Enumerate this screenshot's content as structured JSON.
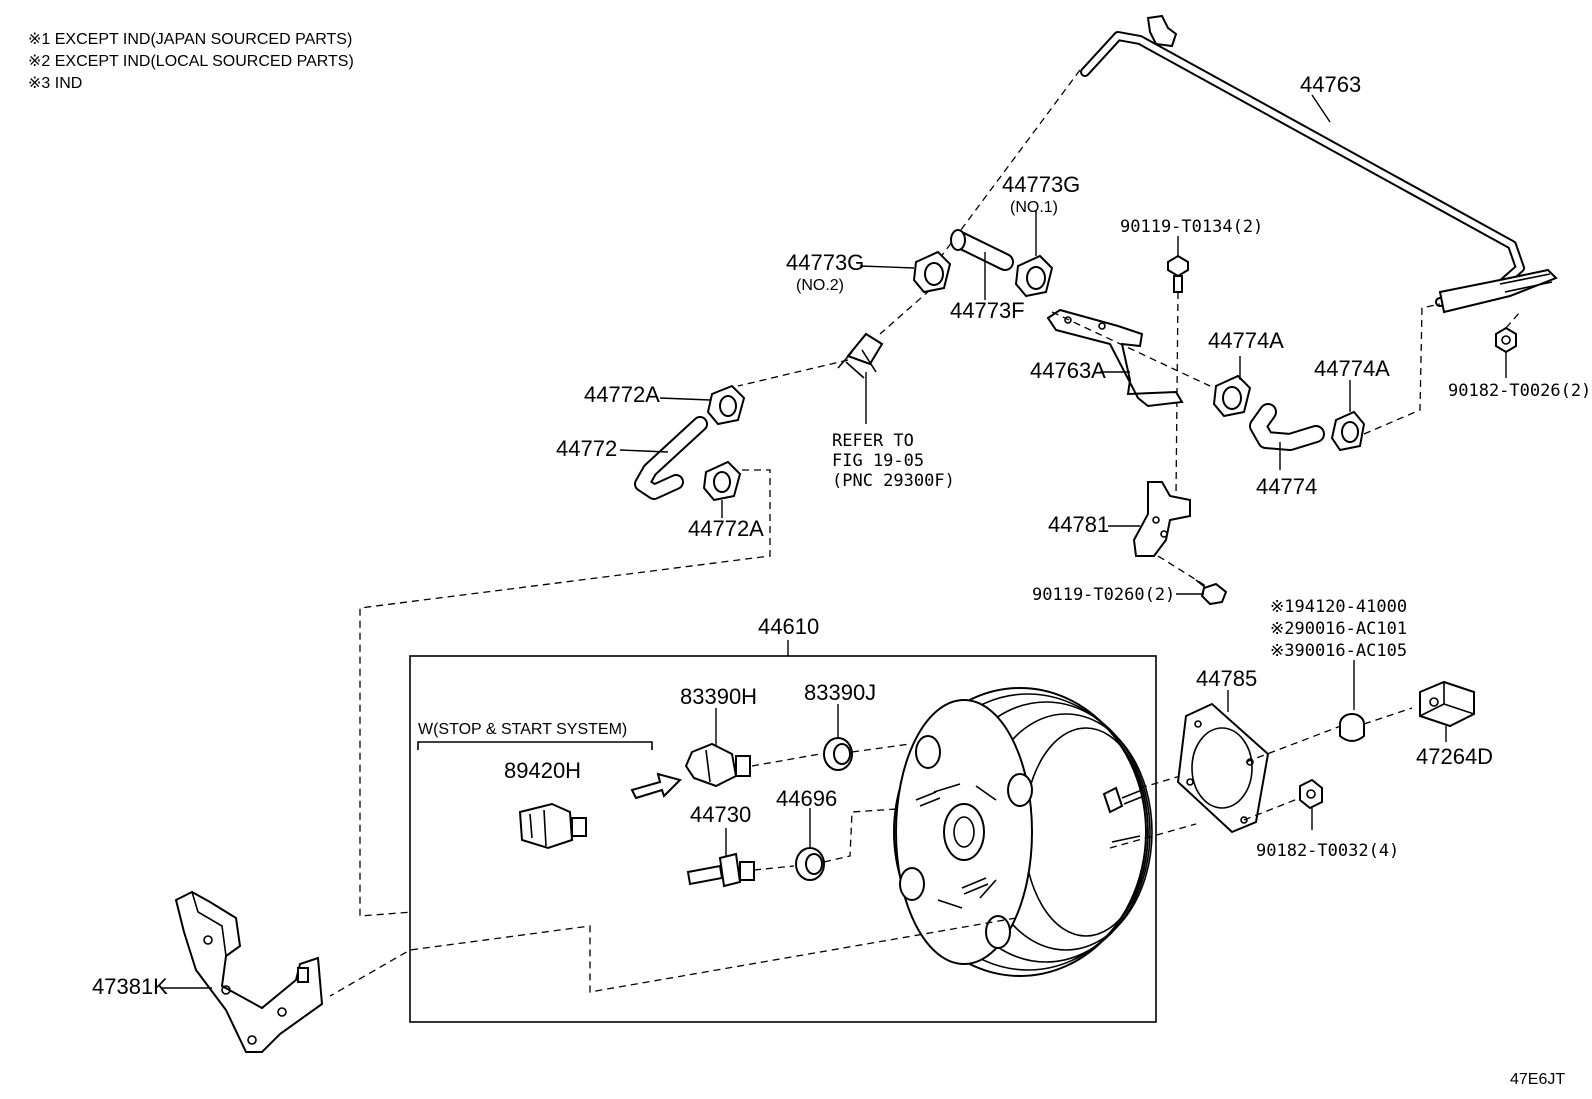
{
  "notes": [
    "※1 EXCEPT IND(JAPAN SOURCED PARTS)",
    "※2 EXCEPT IND(LOCAL SOURCED PARTS)",
    "※3 IND"
  ],
  "labels": {
    "p44763": "44763",
    "p44773G_no1": "44773G",
    "p44773G_no1_sub": "(NO.1)",
    "p90119_T0134": "90119-T0134(2)",
    "p44773G_no2": "44773G",
    "p44773G_no2_sub": "(NO.2)",
    "p44773F": "44773F",
    "p44763A": "44763A",
    "p44774A_1": "44774A",
    "p44774A_2": "44774A",
    "p90182_T0026": "90182-T0026(2)",
    "p44772A_top": "44772A",
    "p44772": "44772",
    "p44772A_bot": "44772A",
    "refer_line1": "REFER TO",
    "refer_line2": "FIG 19-05",
    "refer_line3": "(PNC 29300F)",
    "p44774": "44774",
    "p44781": "44781",
    "p90119_T0260": "90119-T0260(2)",
    "alt1": "※194120-41000",
    "alt2": "※290016-AC101",
    "alt3": "※390016-AC105",
    "p44610": "44610",
    "p44785": "44785",
    "p47264D": "47264D",
    "p83390H": "83390H",
    "p83390J": "83390J",
    "w_stop_start": "W(STOP & START SYSTEM)",
    "p89420H": "89420H",
    "p44730": "44730",
    "p44696": "44696",
    "p90182_T0032": "90182-T0032(4)",
    "p47381K": "47381K",
    "figure_code": "47E6JT"
  }
}
